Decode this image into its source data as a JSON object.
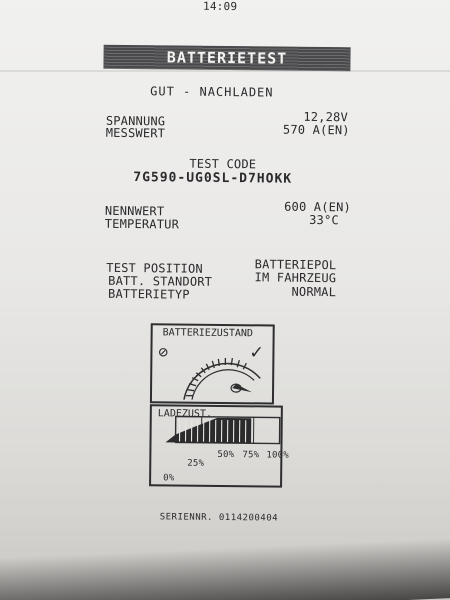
{
  "receipt": {
    "time": "14:09",
    "title": "BATTERIETEST",
    "result": "GUT - NACHLADEN",
    "measure_rows": [
      {
        "label": "SPANNUNG",
        "value": "12,28V"
      },
      {
        "label": "MESSWERT",
        "value": "570 A(EN)"
      }
    ],
    "test_code_label": "TEST CODE",
    "test_code": "7G590-UG0SL-D7HOKK",
    "rating_rows": [
      {
        "label": "NENNWERT",
        "value": "600 A(EN)"
      },
      {
        "label": "TEMPERATUR",
        "value": "33°C"
      }
    ],
    "position_rows": [
      {
        "label": "TEST POSITION",
        "value": "BATTERIEPOL"
      },
      {
        "label": "BATT. STANDORT",
        "value": "IM FAHRZEUG"
      },
      {
        "label": "BATTERIETYP",
        "value": "NORMAL"
      }
    ],
    "battery_state": {
      "title": "BATTERIEZUSTAND",
      "bad_symbol": "⊘",
      "good_symbol": "✓"
    },
    "charge_state": {
      "title": "LADEZUST.",
      "labels": [
        "0%",
        "25%",
        "50%",
        "75%",
        "100%"
      ],
      "fill_fraction": 0.75
    },
    "serial": "SERIENNR. 0114200404"
  }
}
